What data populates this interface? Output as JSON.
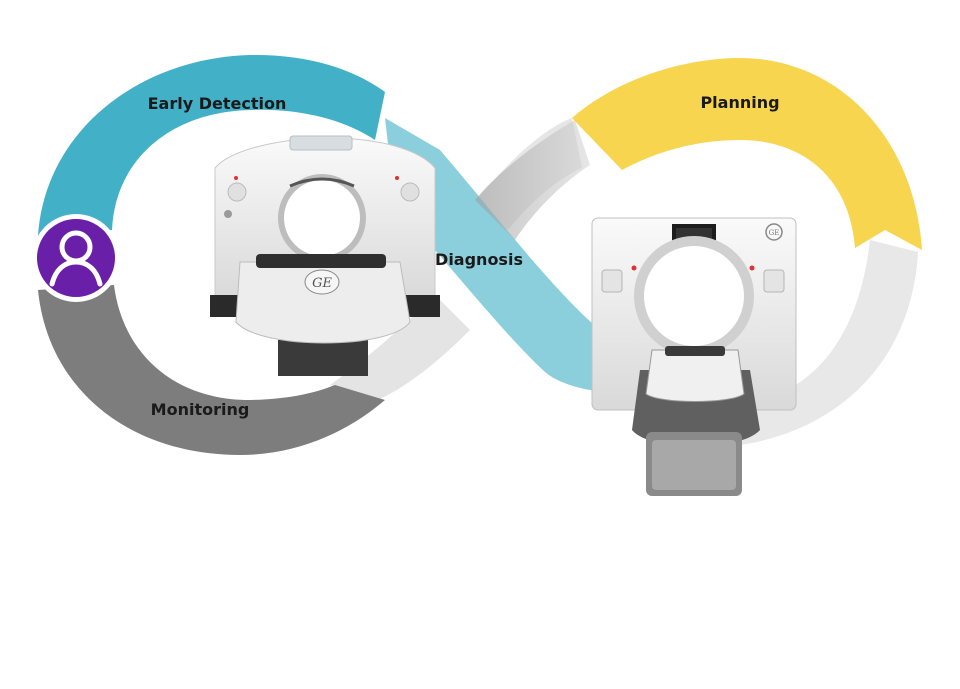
{
  "cycle": {
    "stages": [
      {
        "id": "early-detection",
        "label": "Early Detection",
        "color": "#42b0c6"
      },
      {
        "id": "diagnosis",
        "label": "Diagnosis",
        "color": "#8ccfdc"
      },
      {
        "id": "planning",
        "label": "Planning",
        "color": "#f7d54f"
      },
      {
        "id": "monitoring",
        "label": "Monitoring",
        "color": "#7d7d7d"
      }
    ],
    "patient_icon": "person-icon",
    "patient_color": "#6a1fa8"
  },
  "scanners": {
    "left": {
      "brand": "GE",
      "icon": "ct-scanner-icon"
    },
    "right": {
      "brand": "GE",
      "icon": "ct-scanner-icon"
    }
  }
}
